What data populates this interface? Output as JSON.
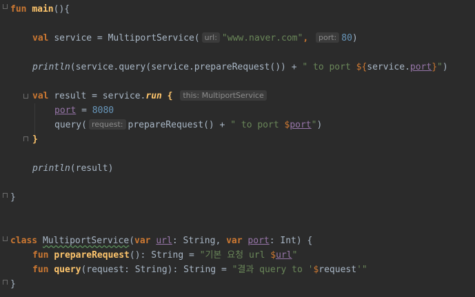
{
  "editor": {
    "lines": {
      "l1": {
        "kw": "fun",
        "name": "main",
        "rest": "(){"
      },
      "l2": {
        "kw": "val",
        "name": "service",
        "eq": " = ",
        "cls": "MultiportService",
        "open": "(",
        "hint1": "url:",
        "str": "\"www.naver.com\"",
        "comma": ", ",
        "hint2": "port:",
        "num": "80",
        "close": ")"
      },
      "l3": {
        "fn": "println",
        "a": "(service.query(service.prepareRequest()) + ",
        "s1": "\" to port ",
        "t1": "${",
        "b": "service.",
        "prop": "port",
        "t2": "}",
        "s2": "\"",
        "c": ")"
      },
      "l4": {
        "kw": "val",
        "name": "result",
        "a": " = service.",
        "run": "run",
        "b": " { ",
        "hint": "this: MultiportService"
      },
      "l5": {
        "prop": "port",
        "a": " = ",
        "num": "8080"
      },
      "l6": {
        "a": "query(",
        "hint": "request:",
        "b": "prepareRequest() + ",
        "s1": "\" to port ",
        "t1": "$",
        "prop": "port",
        "s2": "\"",
        "c": ")"
      },
      "l7": {
        "a": "}"
      },
      "l8": {
        "fn": "println",
        "a": "(result)"
      },
      "l9": {
        "a": "}"
      },
      "l10": {
        "kw": "class",
        "cls": "MultiportService",
        "a": "(",
        "kw2": "var",
        "prop1": "url",
        "b": ": String, ",
        "kw3": "var",
        "prop2": "port",
        "c": ": Int) {"
      },
      "l11": {
        "kw": "fun",
        "name": "prepareRequest",
        "a": "(): String = ",
        "s1": "\"기본 요청 url ",
        "t1": "$",
        "prop": "url",
        "s2": "\""
      },
      "l12": {
        "kw": "fun",
        "name": "query",
        "a": "(request: String): String = ",
        "s1": "\"결과 query to '",
        "t1": "$",
        "b": "request",
        "s2": "'\""
      },
      "l13": {
        "a": "}"
      }
    }
  }
}
